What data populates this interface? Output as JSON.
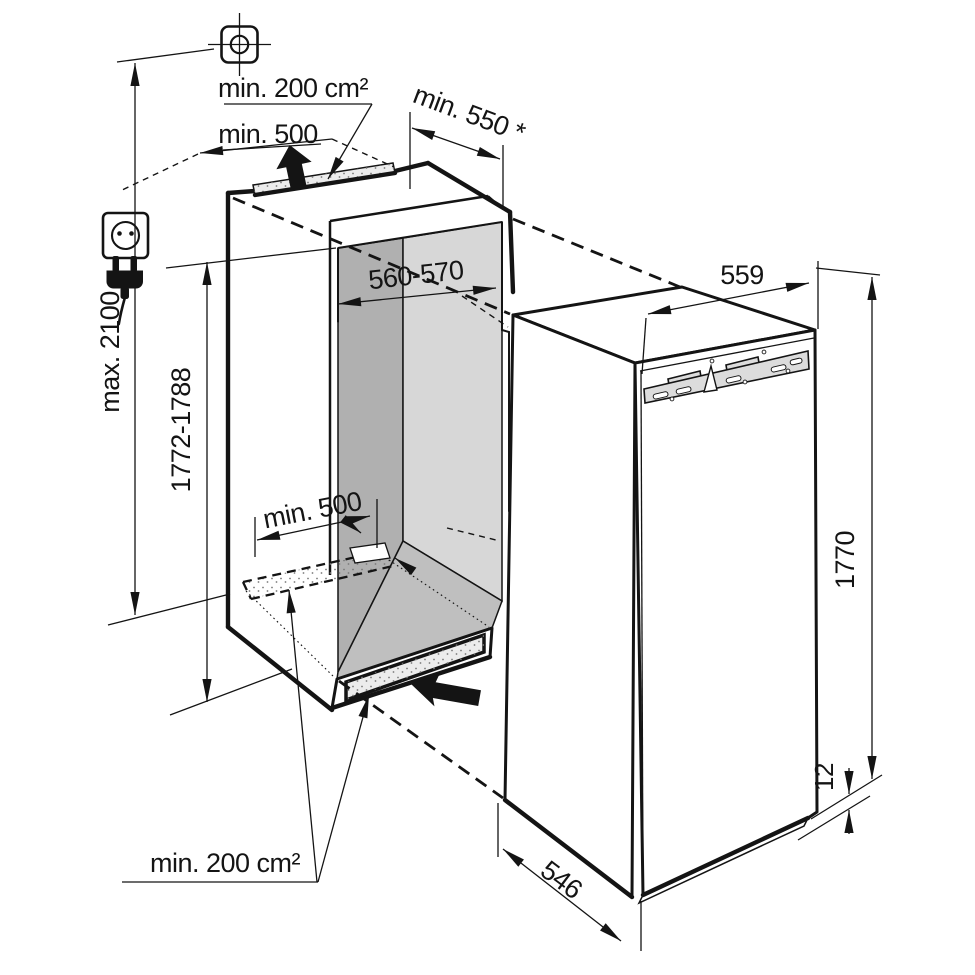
{
  "drawing": {
    "kind": "built-in appliance installation dimension diagram",
    "labels": {
      "top_vent_area": "min. 200 cm²",
      "top_clearance": "min. 500",
      "niche_depth": "min. 550 *",
      "niche_width": "560-570",
      "appliance_width": "559",
      "max_height": "max. 2100",
      "niche_height": "1772-1788",
      "floor_clearance": "min. 500",
      "appliance_height": "1770",
      "base_gap": "12",
      "bottom_vent_area": "min. 200 cm²",
      "appliance_depth": "546"
    },
    "icons": {
      "ceiling_reference": "crosshair-target",
      "power_socket": "socket-outlet",
      "power_plug": "mains-plug",
      "airflow_top": "up-arrow",
      "airflow_bottom": "in-arrow"
    },
    "colors": {
      "line": "#141414",
      "wall_left": "#b0b0b0",
      "wall_back": "#d7d7d7",
      "floor": "#bfbfbf",
      "vent_fill": "#ececec",
      "bracket_fill": "#dcdcdc",
      "background": "#ffffff"
    }
  }
}
